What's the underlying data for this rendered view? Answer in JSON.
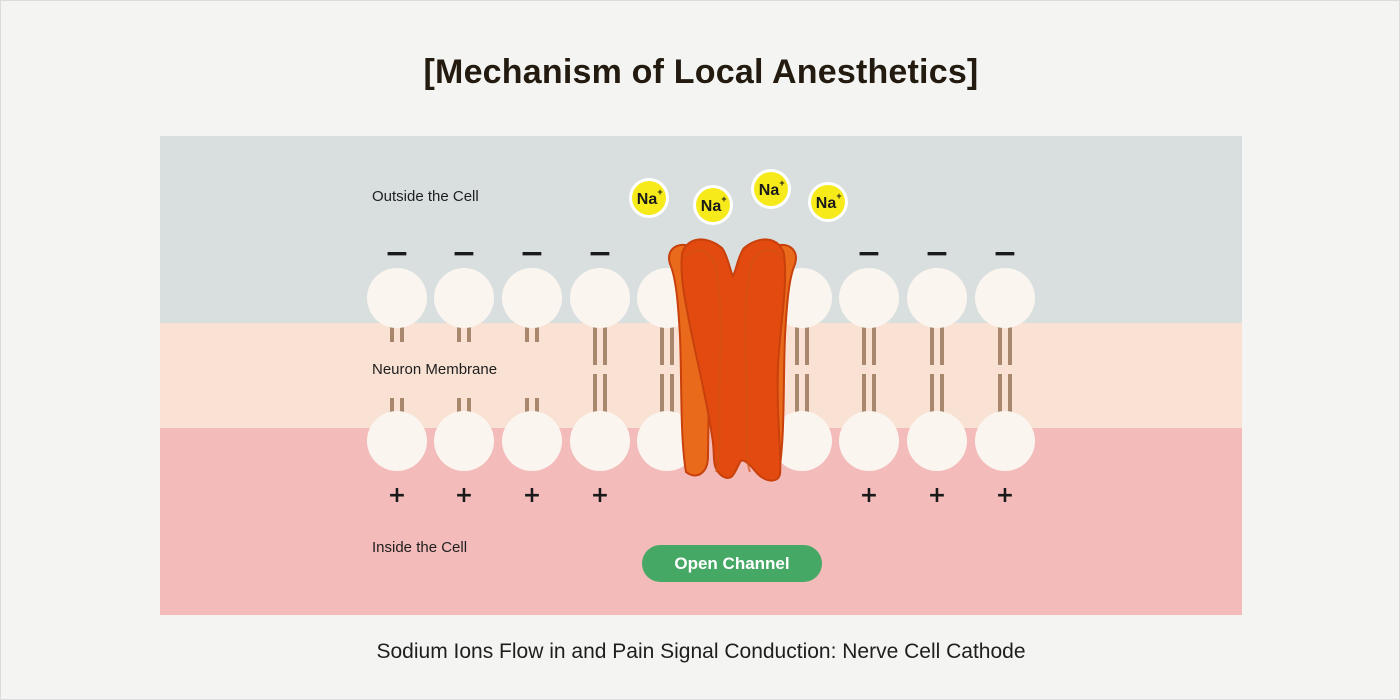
{
  "title": "[Mechanism of Local Anesthetics]",
  "labels": {
    "outside": "Outside the Cell",
    "membrane": "Neuron Membrane",
    "inside": "Inside the Cell"
  },
  "button": {
    "open_channel": "Open Channel"
  },
  "ion": {
    "symbol": "Na",
    "charge": "+",
    "count": 4
  },
  "charges": {
    "outer": "−",
    "inner": "+"
  },
  "caption": "Sodium Ions Flow in and Pain Signal Conduction: Nerve Cell Cathode",
  "colors": {
    "outside_bg": "#d9dfdf",
    "membrane_bg": "#f9e2d4",
    "inside_bg": "#f3bbba",
    "lipid_head": "#fbf5ef",
    "lipid_tail": "#a8876c",
    "channel_outer": "#ea6a1c",
    "channel_inner": "#e24a10",
    "channel_stroke": "#c8400b",
    "ion_fill": "#f6ea1a",
    "button_bg": "#46a865"
  }
}
